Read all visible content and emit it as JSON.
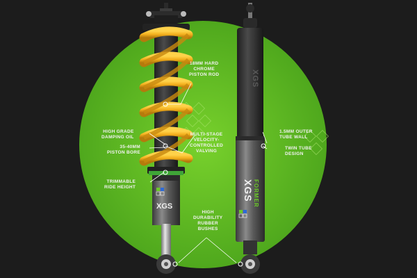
{
  "brand": {
    "name": "XGS",
    "product_text": "FORMER",
    "accent_color": "#6cc72a",
    "spring_color": "#f4b01e"
  },
  "callouts": [
    {
      "id": "piston-rod",
      "lines": [
        "18MM HARD",
        "CHROME",
        "PISTON ROD"
      ]
    },
    {
      "id": "damping-oil",
      "lines": [
        "HIGH GRADE",
        "DAMPING OIL"
      ]
    },
    {
      "id": "valving",
      "lines": [
        "MULTI-STAGE",
        "VELOCITY-",
        "CONTROLLED",
        "VALVING"
      ]
    },
    {
      "id": "outer-tube",
      "lines": [
        "1.5MM OUTER",
        "TUBE WALL"
      ]
    },
    {
      "id": "piston-bore",
      "lines": [
        "35-40MM",
        "PISTON BORE"
      ]
    },
    {
      "id": "twin-tube",
      "lines": [
        "TWIN TUBE",
        "DESIGN"
      ]
    },
    {
      "id": "ride-height",
      "lines": [
        "TRIMMABLE",
        "RIDE HEIGHT"
      ]
    },
    {
      "id": "bushes",
      "lines": [
        "HIGH",
        "DURABILITY",
        "RUBBER",
        "BUSHES"
      ]
    }
  ]
}
